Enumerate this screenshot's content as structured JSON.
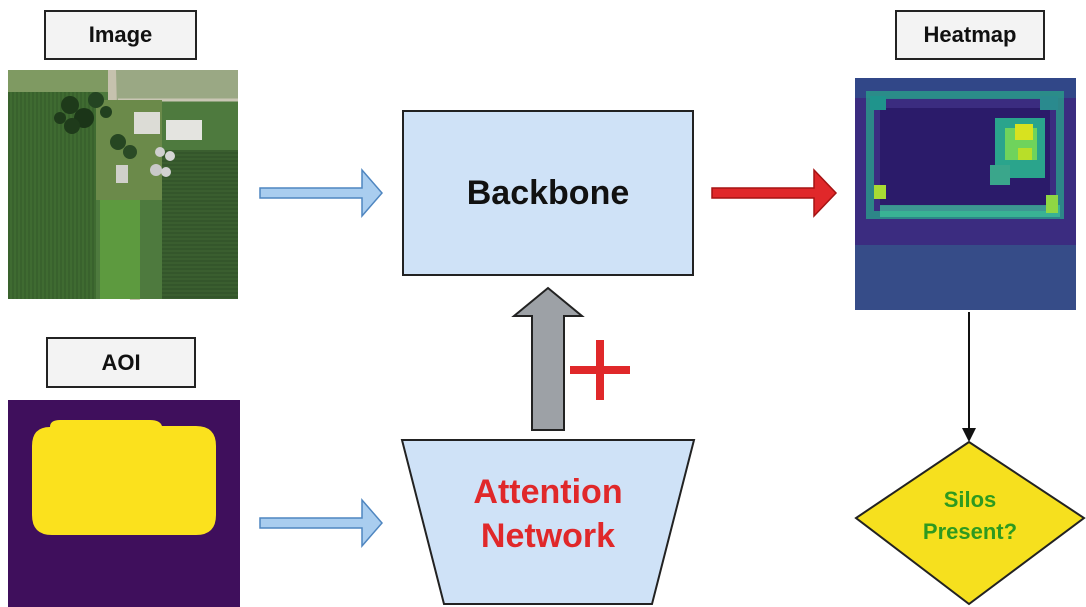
{
  "labels": {
    "image": "Image",
    "aoi": "AOI",
    "heatmap": "Heatmap"
  },
  "nodes": {
    "backbone": "Backbone",
    "attention_line1": "Attention",
    "attention_line2": "Network",
    "decision_line1": "Silos",
    "decision_line2": "Present?",
    "plus_symbol": "+"
  },
  "colors": {
    "box_fill": "#cfe2f7",
    "blue_arrow": "#a9cdef",
    "red_arrow": "#e0282a",
    "gray_arrow": "#9da1a6",
    "attention_text": "#e0282a",
    "decision_fill": "#f6e01e",
    "decision_text": "#2e9a1f",
    "aoi_background": "#3f0f5c",
    "aoi_mask": "#fbe11d",
    "heatmap_background": "#3b2c80"
  }
}
